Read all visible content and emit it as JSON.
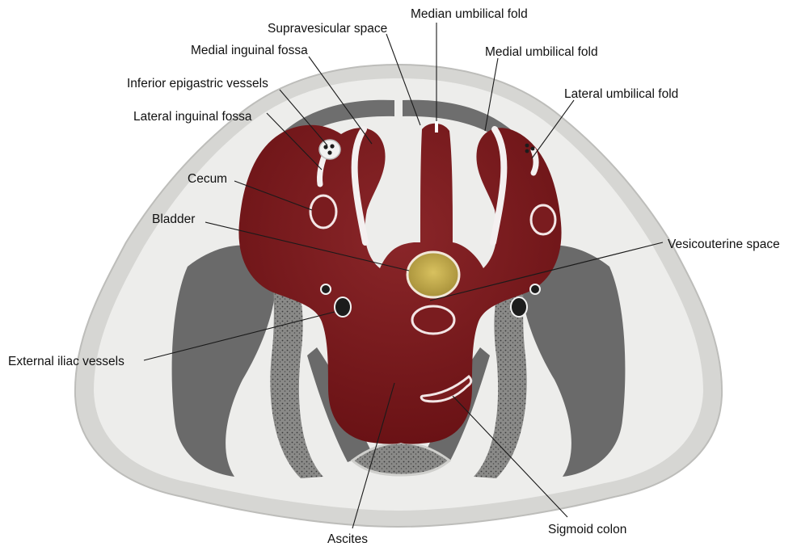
{
  "diagram": {
    "labels": {
      "median_umbilical_fold": "Median umbilical fold",
      "supravesicular_space": "Supravesicular space",
      "medial_inguinal_fossa": "Medial inguinal fossa",
      "medial_umbilical_fold": "Medial umbilical fold",
      "inferior_epigastric_vessels": "Inferior epigastric vessels",
      "lateral_umbilical_fold": "Lateral umbilical fold",
      "lateral_inguinal_fossa": "Lateral inguinal fossa",
      "cecum": "Cecum",
      "bladder": "Bladder",
      "vesicouterine_space": "Vesicouterine space",
      "external_iliac_vessels": "External iliac vessels",
      "ascites": "Ascites",
      "sigmoid_colon": "Sigmoid colon"
    },
    "colors": {
      "skin": "#d9d9d6",
      "fat": "#ececea",
      "muscle": "#6d6d6d",
      "fascia": "#a9a9a6",
      "ascites_fluid": "#7e1a1d",
      "bladder_content": "#c9b24c",
      "bowel_wall": "#f3e6e6",
      "vessel": "#1c1c1c"
    }
  }
}
